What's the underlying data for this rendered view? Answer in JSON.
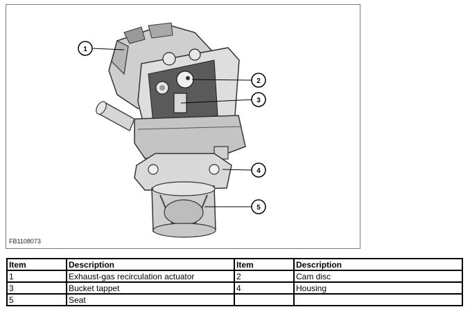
{
  "figure": {
    "figure_id": "FB1108073",
    "callouts": [
      "1",
      "2",
      "3",
      "4",
      "5"
    ]
  },
  "legend": {
    "headers": [
      "Item",
      "Description",
      "Item",
      "Description"
    ],
    "rows": [
      [
        "1",
        "Exhaust-gas recirculation actuator",
        "2",
        "Cam disc"
      ],
      [
        "3",
        "Bucket tappet",
        "4",
        "Housing"
      ],
      [
        "5",
        "Seat",
        "",
        ""
      ]
    ]
  }
}
